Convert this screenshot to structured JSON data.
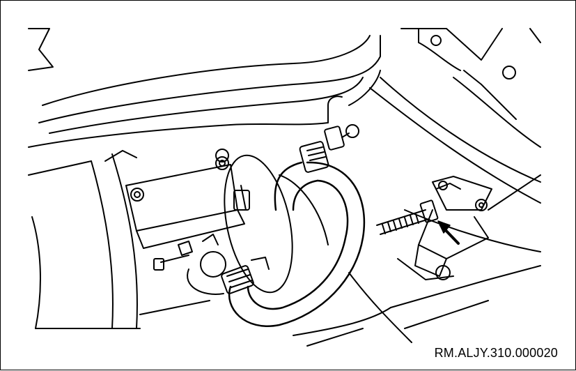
{
  "figure": {
    "reference_code": "RM.ALJY.310.000020",
    "colors": {
      "line": "#000000",
      "background": "#ffffff"
    },
    "elements": [
      "intake-manifold",
      "bracket-plate",
      "heater-hose",
      "hose-clamp-upper",
      "hose-clamp-lower",
      "threaded-rod",
      "clevis-fork",
      "pointer-arrow"
    ]
  }
}
